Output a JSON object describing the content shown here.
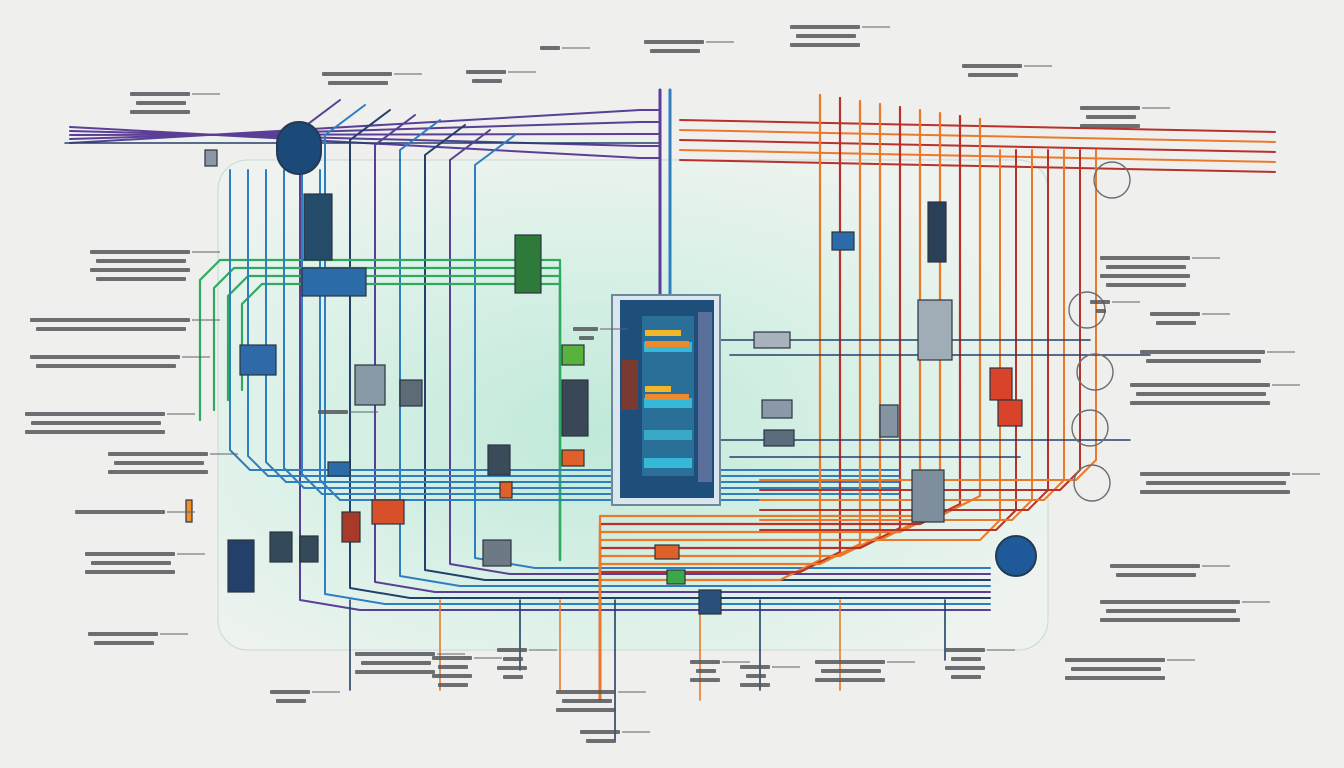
{
  "diagram": {
    "kind": "electrical wiring schematic",
    "labels_legible": false
  },
  "colors": {
    "background": "#efefed",
    "board_glow": "#cfeee0",
    "wire_purple": "#5a3f96",
    "wire_blue": "#2f7fc0",
    "wire_green": "#2fa860",
    "wire_orange": "#ea7a2a",
    "wire_red": "#b8322a",
    "wire_navy": "#23406a",
    "panel_frame": "#1e4f7a",
    "panel_cyan": "#36b8d8",
    "panel_bar_yellow": "#f2b62a",
    "panel_bar_orange": "#ee8a2a",
    "label_ink": "#55575c"
  },
  "components": {
    "central_panel": "distribution-panel",
    "meters": 4,
    "breakers": 14,
    "sensors": 3
  }
}
